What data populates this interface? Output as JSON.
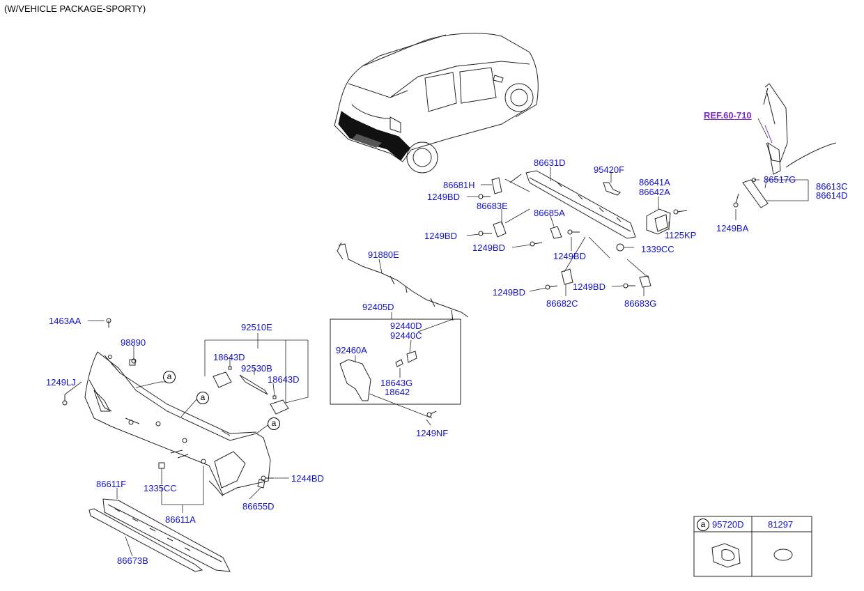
{
  "header": {
    "title": "(W/VEHICLE PACKAGE-SPORTY)"
  },
  "ref_link": "REF.60-710",
  "callout_marker": "a",
  "parts": {
    "p86631D": "86631D",
    "p95420F": "95420F",
    "p86681H": "86681H",
    "p1249BD_a": "1249BD",
    "p86683E": "86683E",
    "p86685A": "86685A",
    "p86641A": "86641A",
    "p86642A": "86642A",
    "p1249BD_b": "1249BD",
    "p1249BD_c": "1249BD",
    "p1125KP": "1125KP",
    "p1339CC": "1339CC",
    "p1249BD_d": "1249BD",
    "p1249BD_e": "1249BD",
    "p1249BD_f": "1249BD",
    "p86682C": "86682C",
    "p86683G": "86683G",
    "p86517G": "86517G",
    "p86613C": "86613C",
    "p86614D": "86614D",
    "p1249BA": "1249BA",
    "p91880E": "91880E",
    "p92405D": "92405D",
    "p92440D": "92440D",
    "p92440C": "92440C",
    "p92460A": "92460A",
    "p18643G": "18643G",
    "p18642": "18642",
    "p1249NF": "1249NF",
    "p1463AA": "1463AA",
    "p98890": "98890",
    "p1249LJ": "1249LJ",
    "p92510E": "92510E",
    "p18643D_a": "18643D",
    "p92530B": "92530B",
    "p18643D_b": "18643D",
    "p1244BD": "1244BD",
    "p86611F": "86611F",
    "p1335CC": "1335CC",
    "p86655D": "86655D",
    "p86611A": "86611A",
    "p86673B": "86673B"
  },
  "legend_table": {
    "marker": "a",
    "col1": "95720D",
    "col2": "81297"
  },
  "colors": {
    "label": "#1010d0",
    "ref": "#7a2bd0",
    "line": "#000000"
  }
}
